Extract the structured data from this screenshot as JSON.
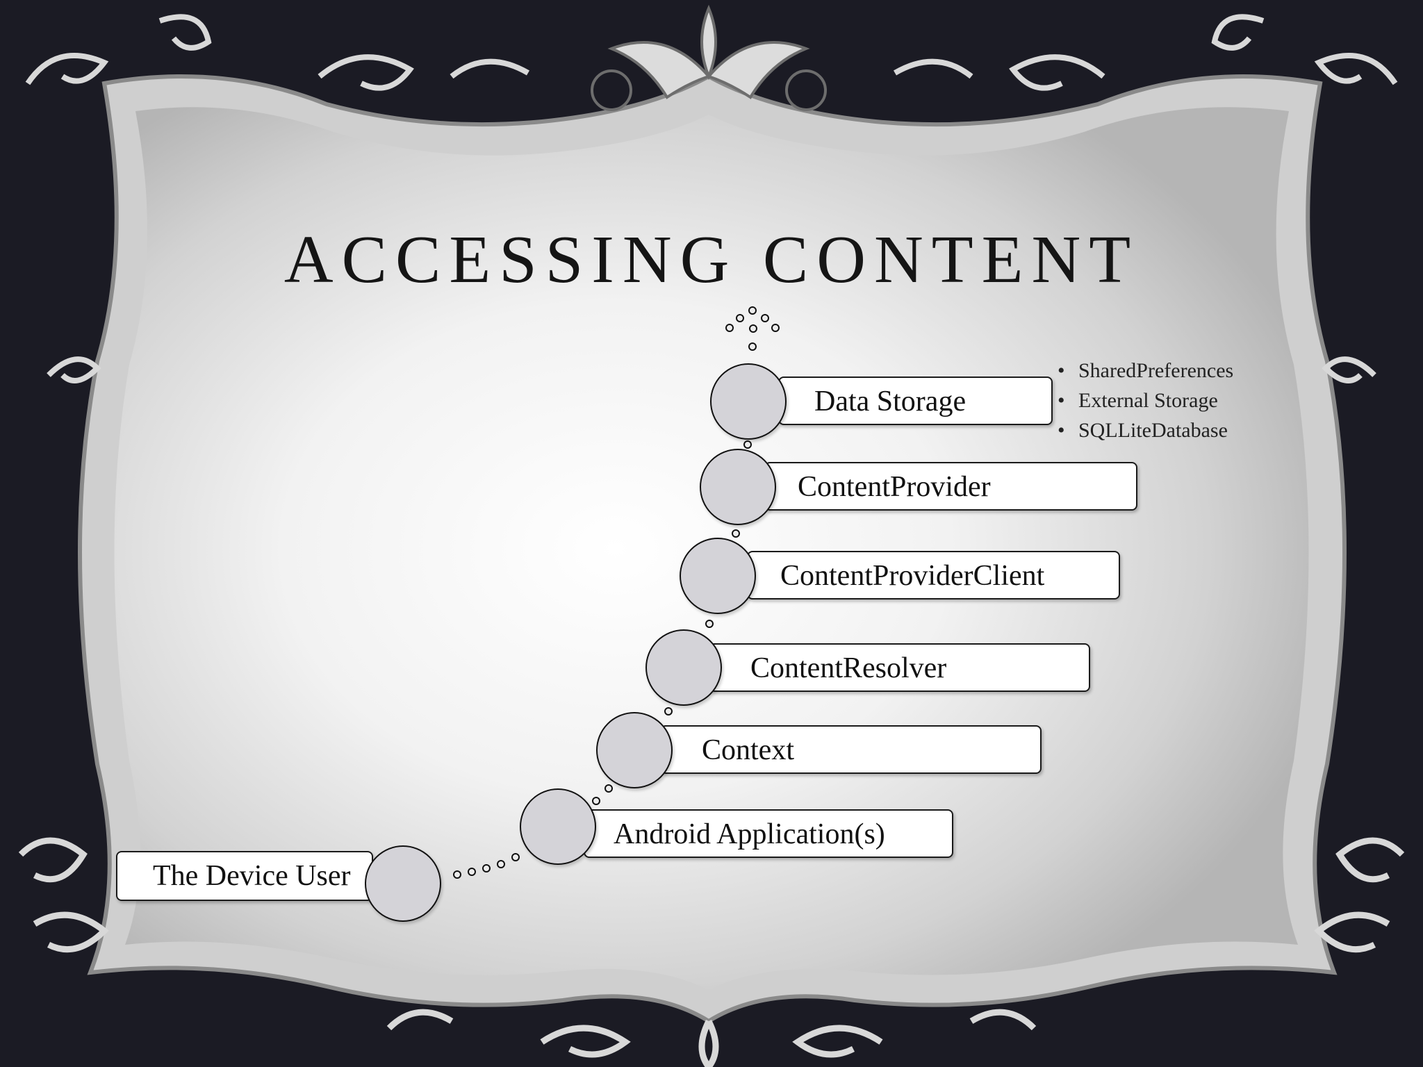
{
  "slide": {
    "title": "ACCESSING CONTENT"
  },
  "colors": {
    "background": "#1b1b24",
    "frame_outer": "#c9c9c9",
    "panel_center": "#ffffff",
    "panel_edge": "#b8b8b8",
    "circle_fill": "#d4d3d8",
    "stroke": "#111111"
  },
  "steps": [
    {
      "label": "The Device User"
    },
    {
      "label": "Android Application(s)"
    },
    {
      "label": "Context"
    },
    {
      "label": "ContentResolver"
    },
    {
      "label": "ContentProviderClient"
    },
    {
      "label": "ContentProvider"
    },
    {
      "label": "Data Storage"
    }
  ],
  "storage_types": [
    "SharedPreferences",
    "External Storage",
    "SQLLiteDatabase"
  ]
}
